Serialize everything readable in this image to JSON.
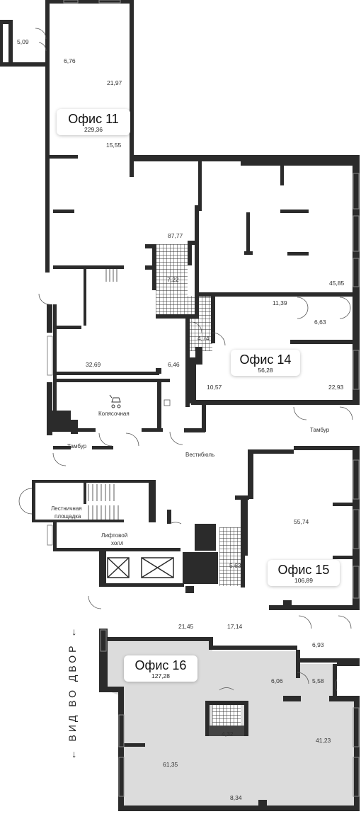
{
  "offices": [
    {
      "id": "11",
      "name": "Офис 11",
      "area": "229,36"
    },
    {
      "id": "14",
      "name": "Офис 14",
      "area": "56,28"
    },
    {
      "id": "15",
      "name": "Офис 15",
      "area": "106,89"
    },
    {
      "id": "16",
      "name": "Офис 16",
      "area": "127,28"
    }
  ],
  "rooms": {
    "r_5_09": "5,09",
    "r_6_76": "6,76",
    "r_21_97": "21,97",
    "r_15_55": "15,55",
    "r_87_77": "87,77",
    "r_7_22": "7,22",
    "r_45_85": "45,85",
    "r_11_39": "11,39",
    "r_6_63": "6,63",
    "r_4_74": "4,74",
    "r_32_69": "32,69",
    "r_6_46": "6,46",
    "r_10_57": "10,57",
    "r_22_93": "22,93",
    "r_55_74": "55,74",
    "r_5_63": "5,63",
    "r_21_45": "21,45",
    "r_17_14": "17,14",
    "r_6_93": "6,93",
    "r_6_06": "6,06",
    "r_5_58": "5,58",
    "r_4_32": "4,32",
    "r_41_23": "41,23",
    "r_61_35": "61,35",
    "r_8_34": "8,34"
  },
  "labels": {
    "stroller": "Колясочная",
    "vestibule_a": "Тамбур",
    "vestibule_b": "Тамбур",
    "lobby": "Вестибюль",
    "stair_1": "Лестничная",
    "stair_2": "площадка",
    "lift_1": "Лифтовой",
    "lift_2": "холл"
  },
  "side_caption": "← ВИД ВО ДВОР ←",
  "colors": {
    "wall": "#2b2b2b",
    "office16_fill": "#dcdcdc",
    "tile": "#2b2b2b",
    "text": "#333333"
  }
}
